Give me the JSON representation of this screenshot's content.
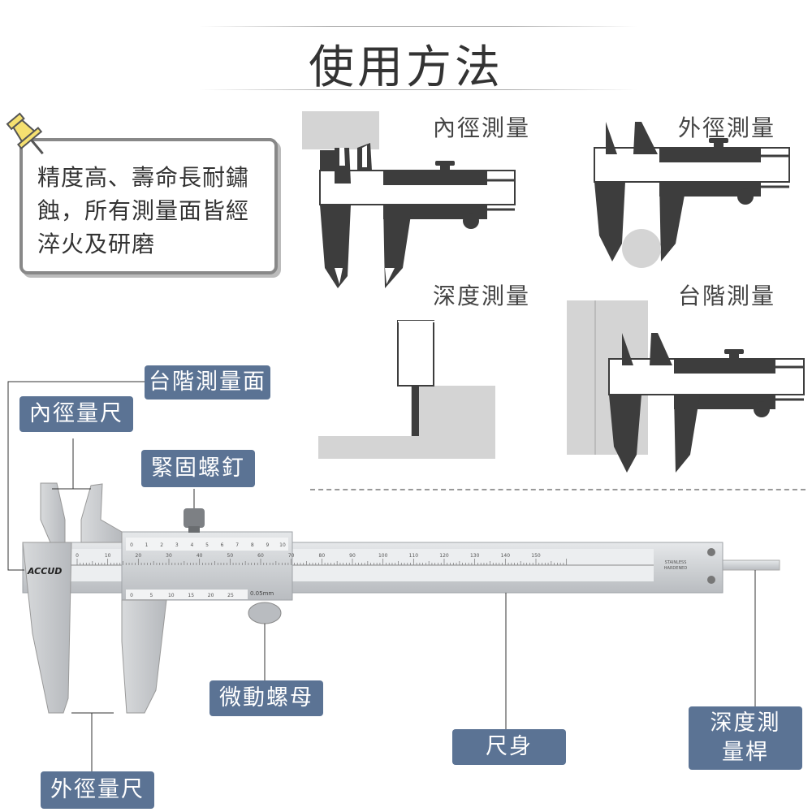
{
  "title": "使用方法",
  "note": {
    "text": "精度高、壽命長耐鏽蝕，所有測量面皆經淬火及研磨"
  },
  "methods": {
    "inner": "內徑測量",
    "outer": "外徑測量",
    "depth": "深度測量",
    "step": "台階測量"
  },
  "parts": {
    "step_face": "台階測量面",
    "inner_jaw": "內徑量尺",
    "lock_screw": "緊固螺釘",
    "fine_nut": "微動螺母",
    "main_scale": "尺身",
    "depth_rod": "深度測量桿",
    "outer_jaw": "外徑量尺"
  },
  "caliper": {
    "brand": "ACCUD",
    "stainless": "STAINLESS HARDENED",
    "resolution": "0.05mm",
    "main_ticks": [
      "0",
      "10",
      "20",
      "30",
      "40",
      "50",
      "60",
      "70",
      "80",
      "90",
      "100",
      "110",
      "120",
      "130",
      "140",
      "150"
    ],
    "vernier_top": [
      "0",
      "1",
      "2",
      "3",
      "4",
      "5",
      "6",
      "7",
      "8",
      "9",
      "10"
    ],
    "vernier_bottom": [
      "0",
      "5",
      "10",
      "15",
      "20",
      "25"
    ]
  },
  "colors": {
    "tag": "#5b7394",
    "tool_dark": "#3d3d3d",
    "work_gray": "#d4d4d4"
  }
}
